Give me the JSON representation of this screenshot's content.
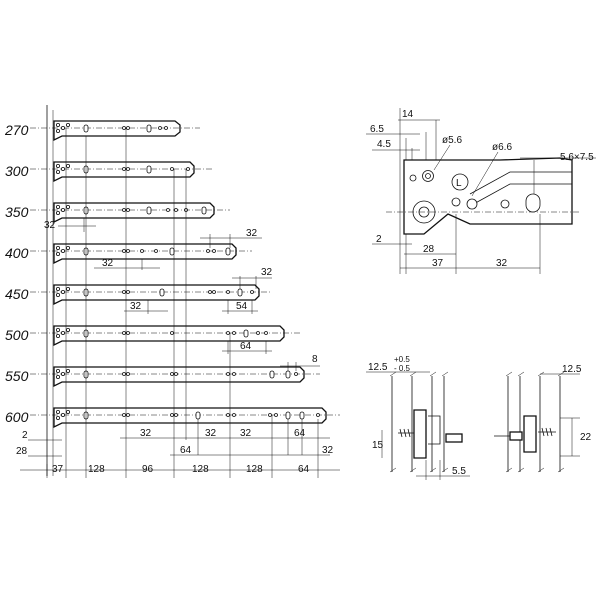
{
  "runner_lengths": [
    "270",
    "300",
    "350",
    "400",
    "450",
    "500",
    "550",
    "600"
  ],
  "left_dims": {
    "vertical_2": "2",
    "vertical_28": "28",
    "row350_32": "32",
    "row400_32a": "32",
    "row400_32b": "32",
    "row450_32a": "32",
    "row450_32b": "32",
    "row450_54": "54",
    "row500_64": "64",
    "row550_8": "8",
    "row600": [
      "32",
      "64",
      "32",
      "32",
      "64",
      "32"
    ],
    "bottom": [
      "37",
      "128",
      "96",
      "128",
      "128",
      "64"
    ]
  },
  "detail_top": {
    "dims": [
      "14",
      "6.5",
      "4.5",
      "ø5.6",
      "ø6.6",
      "5.6×7.5",
      "2",
      "28",
      "37",
      "32"
    ],
    "mark_L": "L"
  },
  "detail_bottom": {
    "left_dims": [
      "12.5",
      "+0.5",
      "- 0.5",
      "15",
      "5.5"
    ],
    "right_dims": [
      "12.5",
      "22"
    ]
  }
}
